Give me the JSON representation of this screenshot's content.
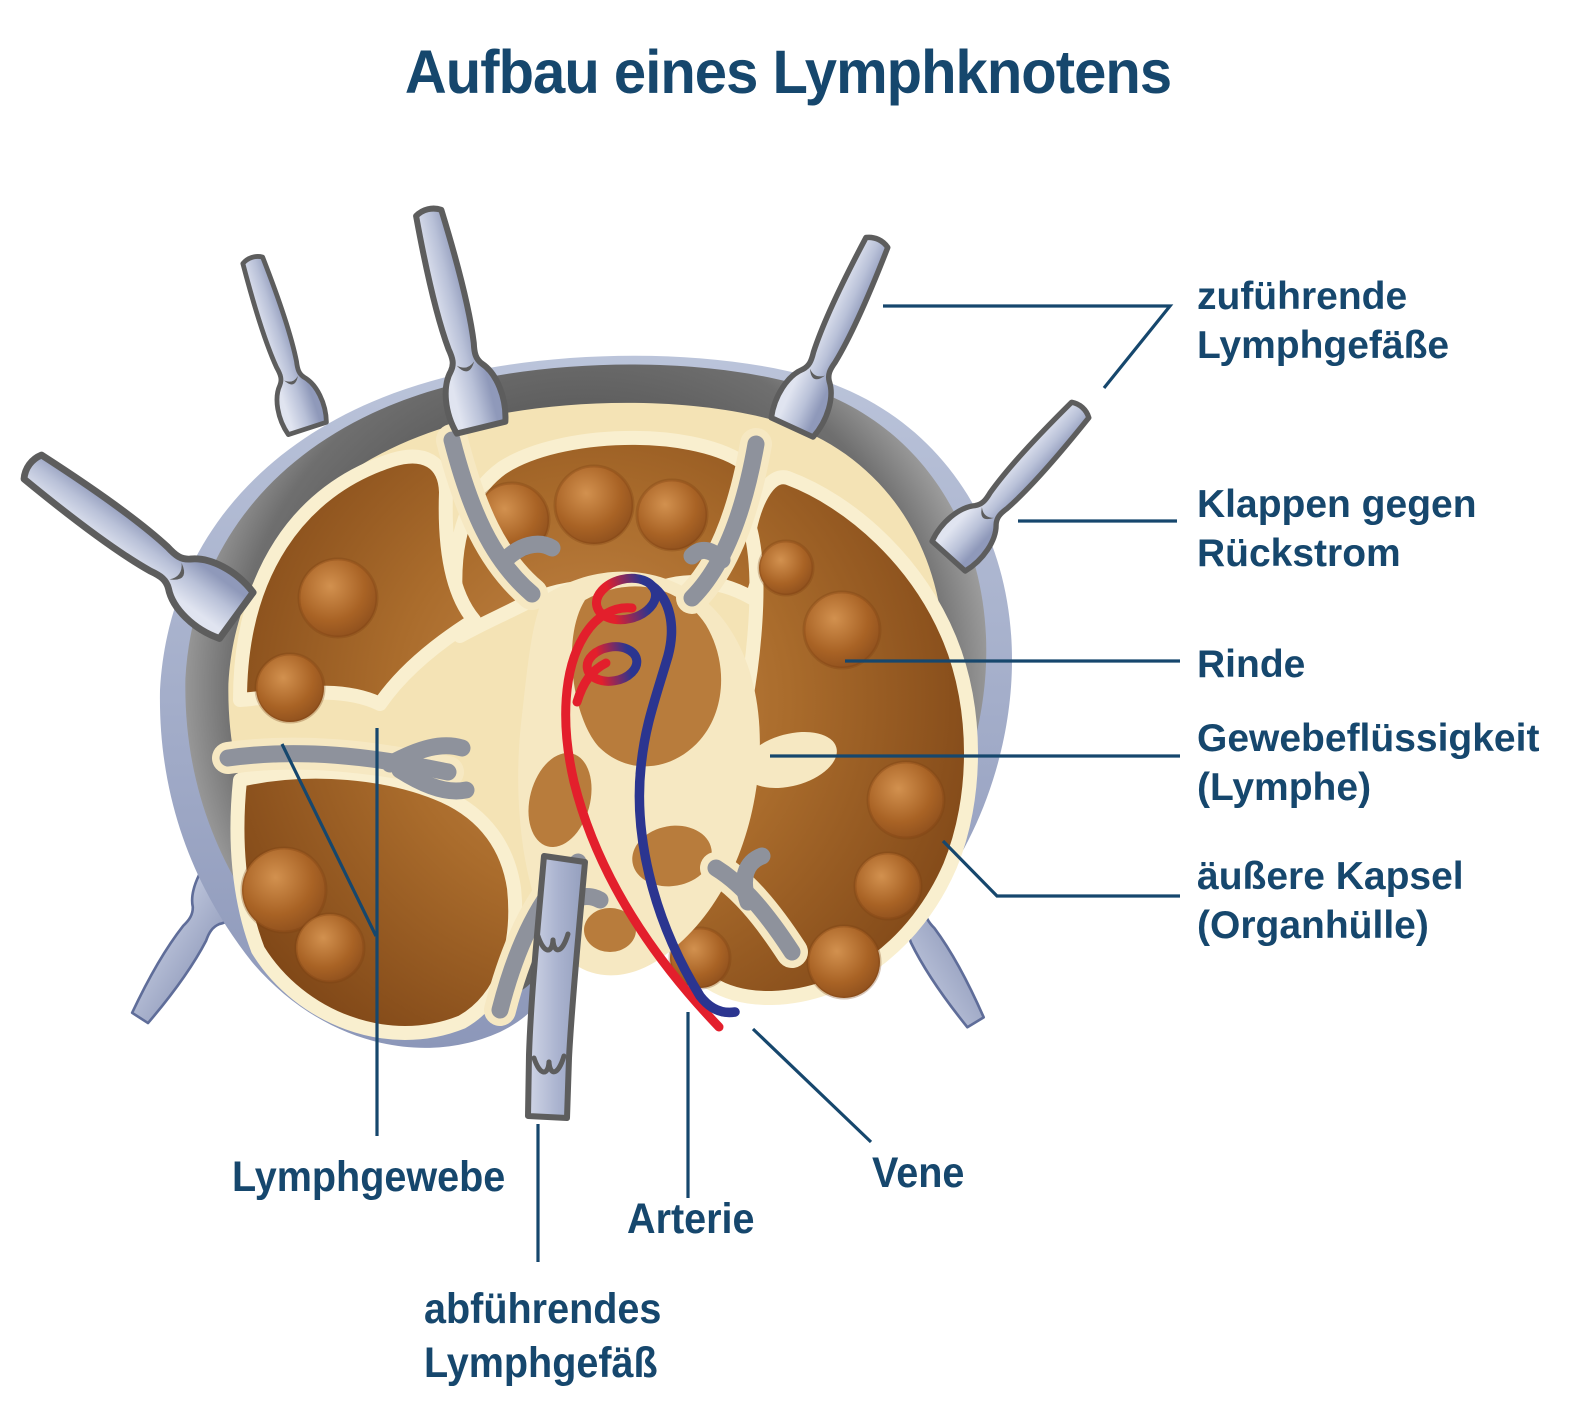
{
  "title": "Aufbau eines Lymphknotens",
  "labels": {
    "afferent_vessels": {
      "line1": "zuführende",
      "line2": "Lymphgefäße"
    },
    "valves": {
      "line1": "Klappen gegen",
      "line2": "Rückstrom"
    },
    "cortex": {
      "line1": "Rinde"
    },
    "tissue_fluid": {
      "line1": "Gewebeflüssigkeit",
      "line2": "(Lymphe)"
    },
    "outer_capsule": {
      "line1": "äußere Kapsel",
      "line2": "(Organhülle)"
    },
    "lymph_tissue": {
      "line1": "Lymphgewebe"
    },
    "artery": {
      "line1": "Arterie"
    },
    "efferent_vessel": {
      "line1": "abführendes",
      "line2": "Lymphgefäß"
    },
    "vein": {
      "line1": "Vene"
    }
  },
  "colors": {
    "label_navy": "#16476d",
    "leader_line": "#16476d",
    "artery_red": "#e31f2c",
    "vein_blue": "#2b3590",
    "capsule_blue": "#9aa6c4",
    "rim_gray": "#5a5a5a",
    "cortex_brown": "#a96c2c",
    "follicle_brown": "#8a4e1b",
    "lymph_cream": "#f4e3b5",
    "trabecula_gray": "#8e929c",
    "vessel_lavender": "#aab3cf",
    "background": "#ffffff"
  }
}
